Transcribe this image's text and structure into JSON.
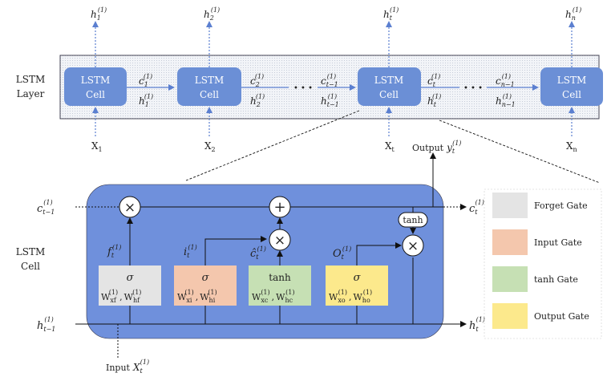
{
  "layer": {
    "label_line1": "LSTM",
    "label_line2": "Layer",
    "cell_line1": "LSTM",
    "cell_line2": "Cell",
    "outputs": [
      {
        "base": "h",
        "sub": "1",
        "sup": "(1)"
      },
      {
        "base": "h",
        "sub": "2",
        "sup": "(1)"
      },
      {
        "base": "h",
        "sub": "t",
        "sup": "(1)"
      },
      {
        "base": "h",
        "sub": "n",
        "sup": "(1)"
      }
    ],
    "inputs": [
      {
        "base": "X",
        "sub": "1"
      },
      {
        "base": "X",
        "sub": "2"
      },
      {
        "base": "X",
        "sub": "t"
      },
      {
        "base": "X",
        "sub": "n"
      }
    ],
    "states": [
      {
        "c_base": "c",
        "c_sub": "1",
        "c_sup": "(1)",
        "h_base": "h",
        "h_sub": "1",
        "h_sup": "(1)"
      },
      {
        "c_base": "c",
        "c_sub": "2",
        "c_sup": "(1)",
        "h_base": "h",
        "h_sub": "2",
        "h_sup": "(1)"
      },
      {
        "c_base": "c",
        "c_sub": "t−1",
        "c_sup": "(1)",
        "h_base": "h",
        "h_sub": "t−1",
        "h_sup": "(1)"
      },
      {
        "c_base": "c",
        "c_sub": "t",
        "c_sup": "(1)",
        "h_base": "h",
        "h_sub": "t",
        "h_sup": "(1)"
      },
      {
        "c_base": "c",
        "c_sub": "n−1",
        "c_sup": "(1)",
        "h_base": "h",
        "h_sub": "n−1",
        "h_sup": "(1)"
      }
    ],
    "ellipsis": "• • •"
  },
  "detail": {
    "label_line1": "LSTM",
    "label_line2": "Cell",
    "output_label": "Output",
    "output_var": {
      "base": "y",
      "sub": "t",
      "sup": "(1)"
    },
    "input_label": "Input",
    "input_var": {
      "base": "X",
      "sub": "t",
      "sup": "(1)"
    },
    "c_prev": {
      "base": "c",
      "sub": "t−1",
      "sup": "(1)"
    },
    "h_prev": {
      "base": "h",
      "sub": "t−1",
      "sup": "(1)"
    },
    "c_out": {
      "base": "c",
      "sub": "t",
      "sup": "(1)"
    },
    "h_out": {
      "base": "h",
      "sub": "t",
      "sup": "(1)"
    },
    "ops": {
      "times": "×",
      "plus": "+",
      "tanh": "tanh"
    },
    "gate_outputs": [
      {
        "base": "f",
        "sub": "t",
        "sup": "(1)"
      },
      {
        "base": "i",
        "sub": "t",
        "sup": "(1)"
      },
      {
        "base": "ĉ",
        "sub": "t",
        "sup": "(1)"
      },
      {
        "base": "O",
        "sub": "t",
        "sup": "(1)"
      }
    ],
    "gates": [
      {
        "func": "σ",
        "w1": "W",
        "w1_sub": "xf",
        "w1_sup": "(1)",
        "w2": "W",
        "w2_sub": "hf",
        "w2_sup": "(1)",
        "color": "#e4e4e4"
      },
      {
        "func": "σ",
        "w1": "W",
        "w1_sub": "xi",
        "w1_sup": "(1)",
        "w2": "W",
        "w2_sub": "hi",
        "w2_sup": "(1)",
        "color": "#f4c7ad"
      },
      {
        "func": "tanh",
        "w1": "W",
        "w1_sub": "xc",
        "w1_sup": "(1)",
        "w2": "W",
        "w2_sub": "hc",
        "w2_sup": "(1)",
        "color": "#c6e0b4"
      },
      {
        "func": "σ",
        "w1": "W",
        "w1_sub": "xo",
        "w1_sup": "(1)",
        "w2": "W",
        "w2_sub": "ho",
        "w2_sup": "(1)",
        "color": "#fce98c"
      }
    ]
  },
  "legend": [
    {
      "label": "Forget Gate",
      "color": "#e4e4e4"
    },
    {
      "label": "Input Gate",
      "color": "#f4c7ad"
    },
    {
      "label": "tanh Gate",
      "color": "#c6e0b4"
    },
    {
      "label": "Output Gate",
      "color": "#fce98c"
    }
  ],
  "colors": {
    "cell_fill": "#6b8fd6",
    "detail_fill": "#6f90dc",
    "arrow": "#5b7fd0",
    "line": "#111111"
  }
}
